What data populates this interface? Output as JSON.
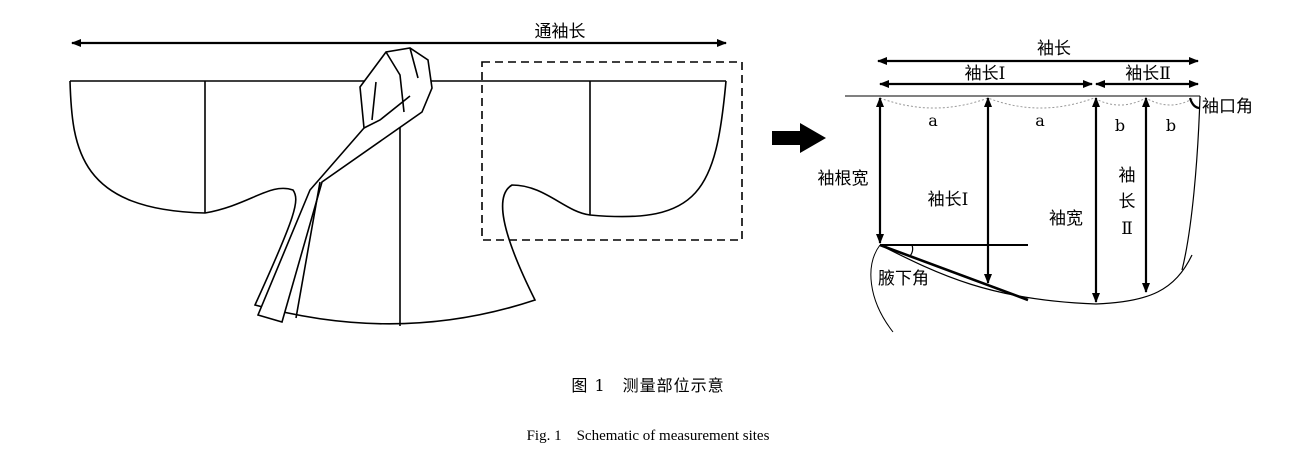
{
  "left_figure": {
    "total_sleeve_label": "通袖长"
  },
  "right_figure": {
    "sleeve_length_label": "袖长",
    "sleeve_length_1_label": "袖长Ⅰ",
    "sleeve_length_2_label": "袖长Ⅱ",
    "cuff_angle_label": "袖口角",
    "root_width_label": "袖根宽",
    "sleeve_length_1_vertical_label": "袖长Ⅰ",
    "sleeve_width_label": "袖宽",
    "sleeve_length_2_vertical": [
      "袖",
      "长",
      "Ⅱ"
    ],
    "underarm_angle_label": "腋下角",
    "segment_labels": [
      "a",
      "a",
      "b",
      "b"
    ]
  },
  "caption": {
    "chinese": "图 1　测量部位示意",
    "english": "Fig. 1　Schematic of measurement sites"
  }
}
